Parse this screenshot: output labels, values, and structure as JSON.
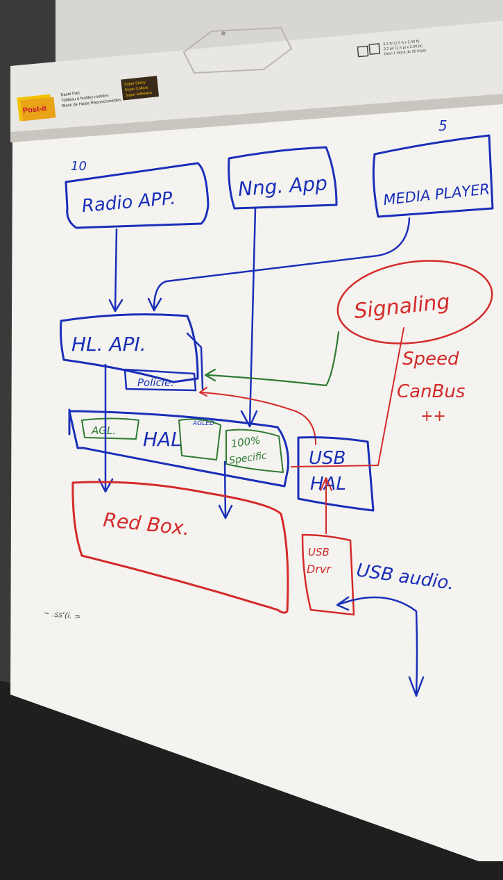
{
  "pad_header": {
    "brand": "Post-it",
    "product_lines": [
      "Easel Pad",
      "Tableau à feuilles mobiles",
      "Block de Hojas Reposicionables"
    ],
    "sticker_lines": [
      "Super Sticky",
      "Super Collant",
      "Super Adhesivo"
    ],
    "size_lines": [
      "3.2 ft² (2.5 ft x 2.08 ft)",
      "3.2 pi² (2.5 pi x 2.08 pi)",
      "Gran 1 block de 30 hojas"
    ]
  },
  "colors": {
    "blue_marker": "#1a2fb8",
    "red_marker": "#d42a2a",
    "green_marker": "#2e7a33",
    "paper": "#f4f3ef"
  },
  "diagram": {
    "page_number": "10",
    "corner_mark": "5",
    "nodes": {
      "radio_app": "Radio APP.",
      "nav_app": "Nng. App",
      "media_player": "MEDIA PLAYER",
      "hl_api": "HL. API.",
      "policies": "Policie.",
      "agl": "AGL.",
      "hal": "HAL",
      "hal_sup": "AGLED",
      "specific": [
        "100%",
        "Specific"
      ],
      "usb_hal": [
        "USB",
        "HAL"
      ],
      "red_box": "Red Box.",
      "usb_driver": [
        "USB",
        "Drvr"
      ],
      "signaling": "Signaling",
      "speed_canbus": [
        "Speed",
        "CanBus",
        "++"
      ],
      "usb_audio": "USB audio.",
      "scribble": "~ .ss'(i. ="
    }
  }
}
